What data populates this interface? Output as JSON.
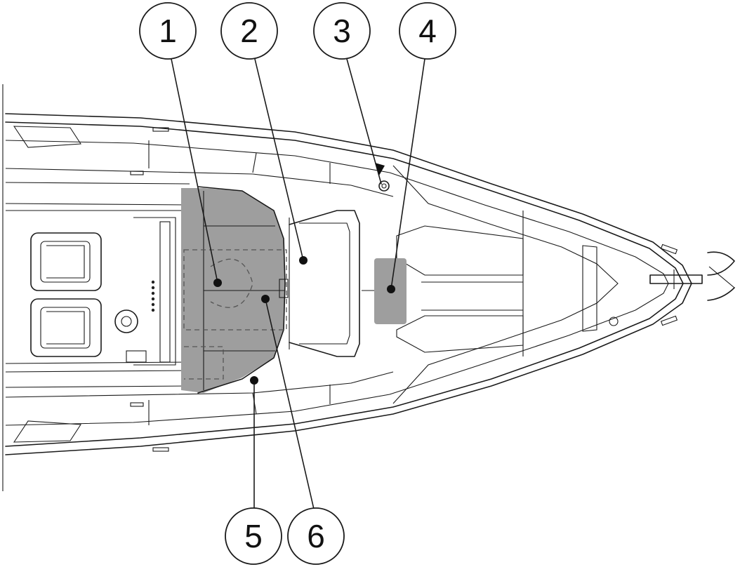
{
  "callouts": [
    {
      "id": "callout-1",
      "label": "1"
    },
    {
      "id": "callout-2",
      "label": "2"
    },
    {
      "id": "callout-3",
      "label": "3"
    },
    {
      "id": "callout-4",
      "label": "4"
    },
    {
      "id": "callout-5",
      "label": "5"
    },
    {
      "id": "callout-6",
      "label": "6"
    }
  ],
  "colors": {
    "line": "#1a1a1a",
    "highlight": "#9e9e9e",
    "background": "#ffffff"
  }
}
